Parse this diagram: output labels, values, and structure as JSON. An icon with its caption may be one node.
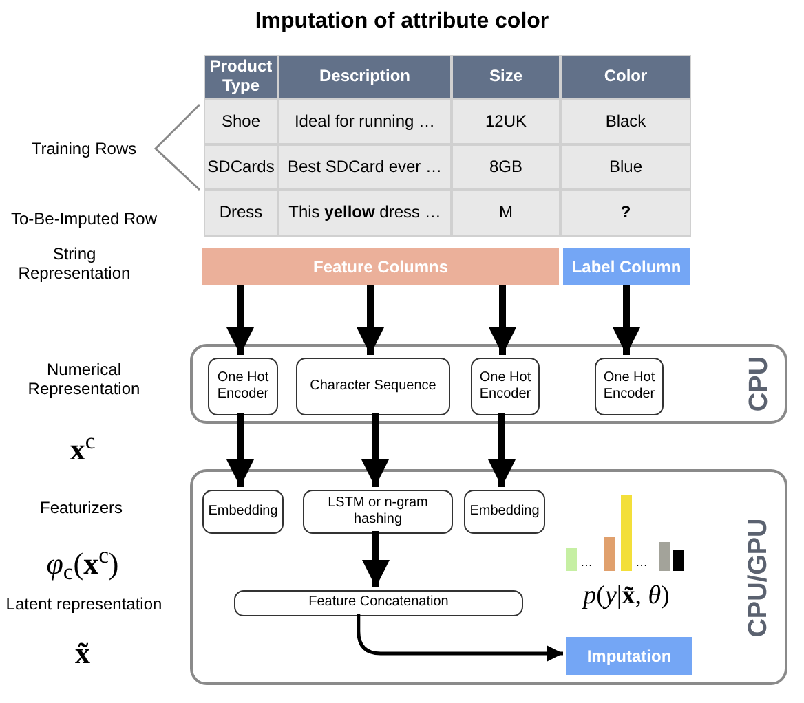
{
  "diagram": {
    "title": "Imputation of attribute color",
    "nodes": [
      {
        "text": [
          "Feature Columns"
        ]
      },
      {
        "text": [
          "Label Column"
        ]
      },
      {
        "text": [
          "CPU"
        ]
      },
      {
        "text": [
          "One Hot Encoder"
        ],
        "in": 2
      },
      {
        "text": [
          "Character Sequence"
        ],
        "in": 2
      },
      {
        "text": [
          "One Hot Encoder"
        ],
        "in": 2
      },
      {
        "text": [
          "One Hot Encoder"
        ],
        "in": 2
      },
      {
        "text": [
          "CPU/GPU"
        ]
      },
      {
        "text": [
          "Embedding"
        ],
        "in": 7
      },
      {
        "text": [
          "LSTM or n-gram hashing"
        ],
        "in": 7
      },
      {
        "text": [
          "Embedding"
        ],
        "in": 7
      },
      {
        "text": [
          "Feature Concatenation"
        ],
        "in": 7
      },
      {
        "text": [
          "Imputation"
        ],
        "in": 7
      }
    ],
    "edges": [
      {
        "from": 0,
        "to": 3,
        "arrow": "to"
      },
      {
        "from": 0,
        "to": 4,
        "arrow": "to"
      },
      {
        "from": 0,
        "to": 5,
        "arrow": "to"
      },
      {
        "from": 1,
        "to": 6,
        "arrow": "to"
      },
      {
        "from": 3,
        "to": 8,
        "arrow": "to"
      },
      {
        "from": 4,
        "to": 9,
        "arrow": "to"
      },
      {
        "from": 5,
        "to": 10,
        "arrow": "to"
      },
      {
        "from": 9,
        "to": 11,
        "arrow": "to"
      },
      {
        "from": 11,
        "to": 12,
        "arrow": "to"
      }
    ],
    "labels": [
      "Product Type",
      "Description",
      "Size",
      "Color",
      "Shoe",
      "Ideal for running …",
      "12UK",
      "Black",
      "SDCards",
      "Best SDCard ever …",
      "8GB",
      "Blue",
      "Dress",
      "This **yellow** dress …",
      "M",
      "?",
      "Training Rows",
      "To-Be-Imputed Row",
      "String Representation",
      "Numerical Representation",
      "**x**$^{c}$",
      "Featurizers",
      "*φ*$_{c}$(**x**$^{c}$)",
      "Latent representation",
      "**x̃**",
      "*p*(*y*|**x̃**, *θ*)",
      "…",
      "…"
    ]
  }
}
